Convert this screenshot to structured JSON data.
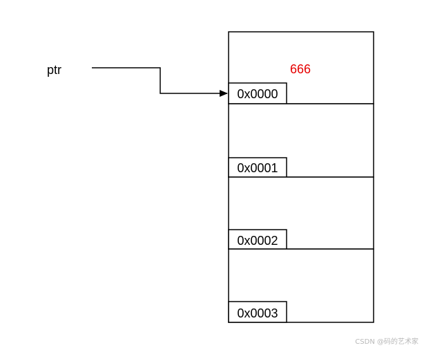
{
  "pointer": {
    "label": "ptr"
  },
  "memory": {
    "cells": [
      {
        "address": "0x0000",
        "value": "666"
      },
      {
        "address": "0x0001"
      },
      {
        "address": "0x0002"
      },
      {
        "address": "0x0003"
      }
    ]
  },
  "colors": {
    "value": "#e60000",
    "pointed_address": "#97d077",
    "line": "#000000"
  },
  "watermark": "CSDN @码的艺术家"
}
